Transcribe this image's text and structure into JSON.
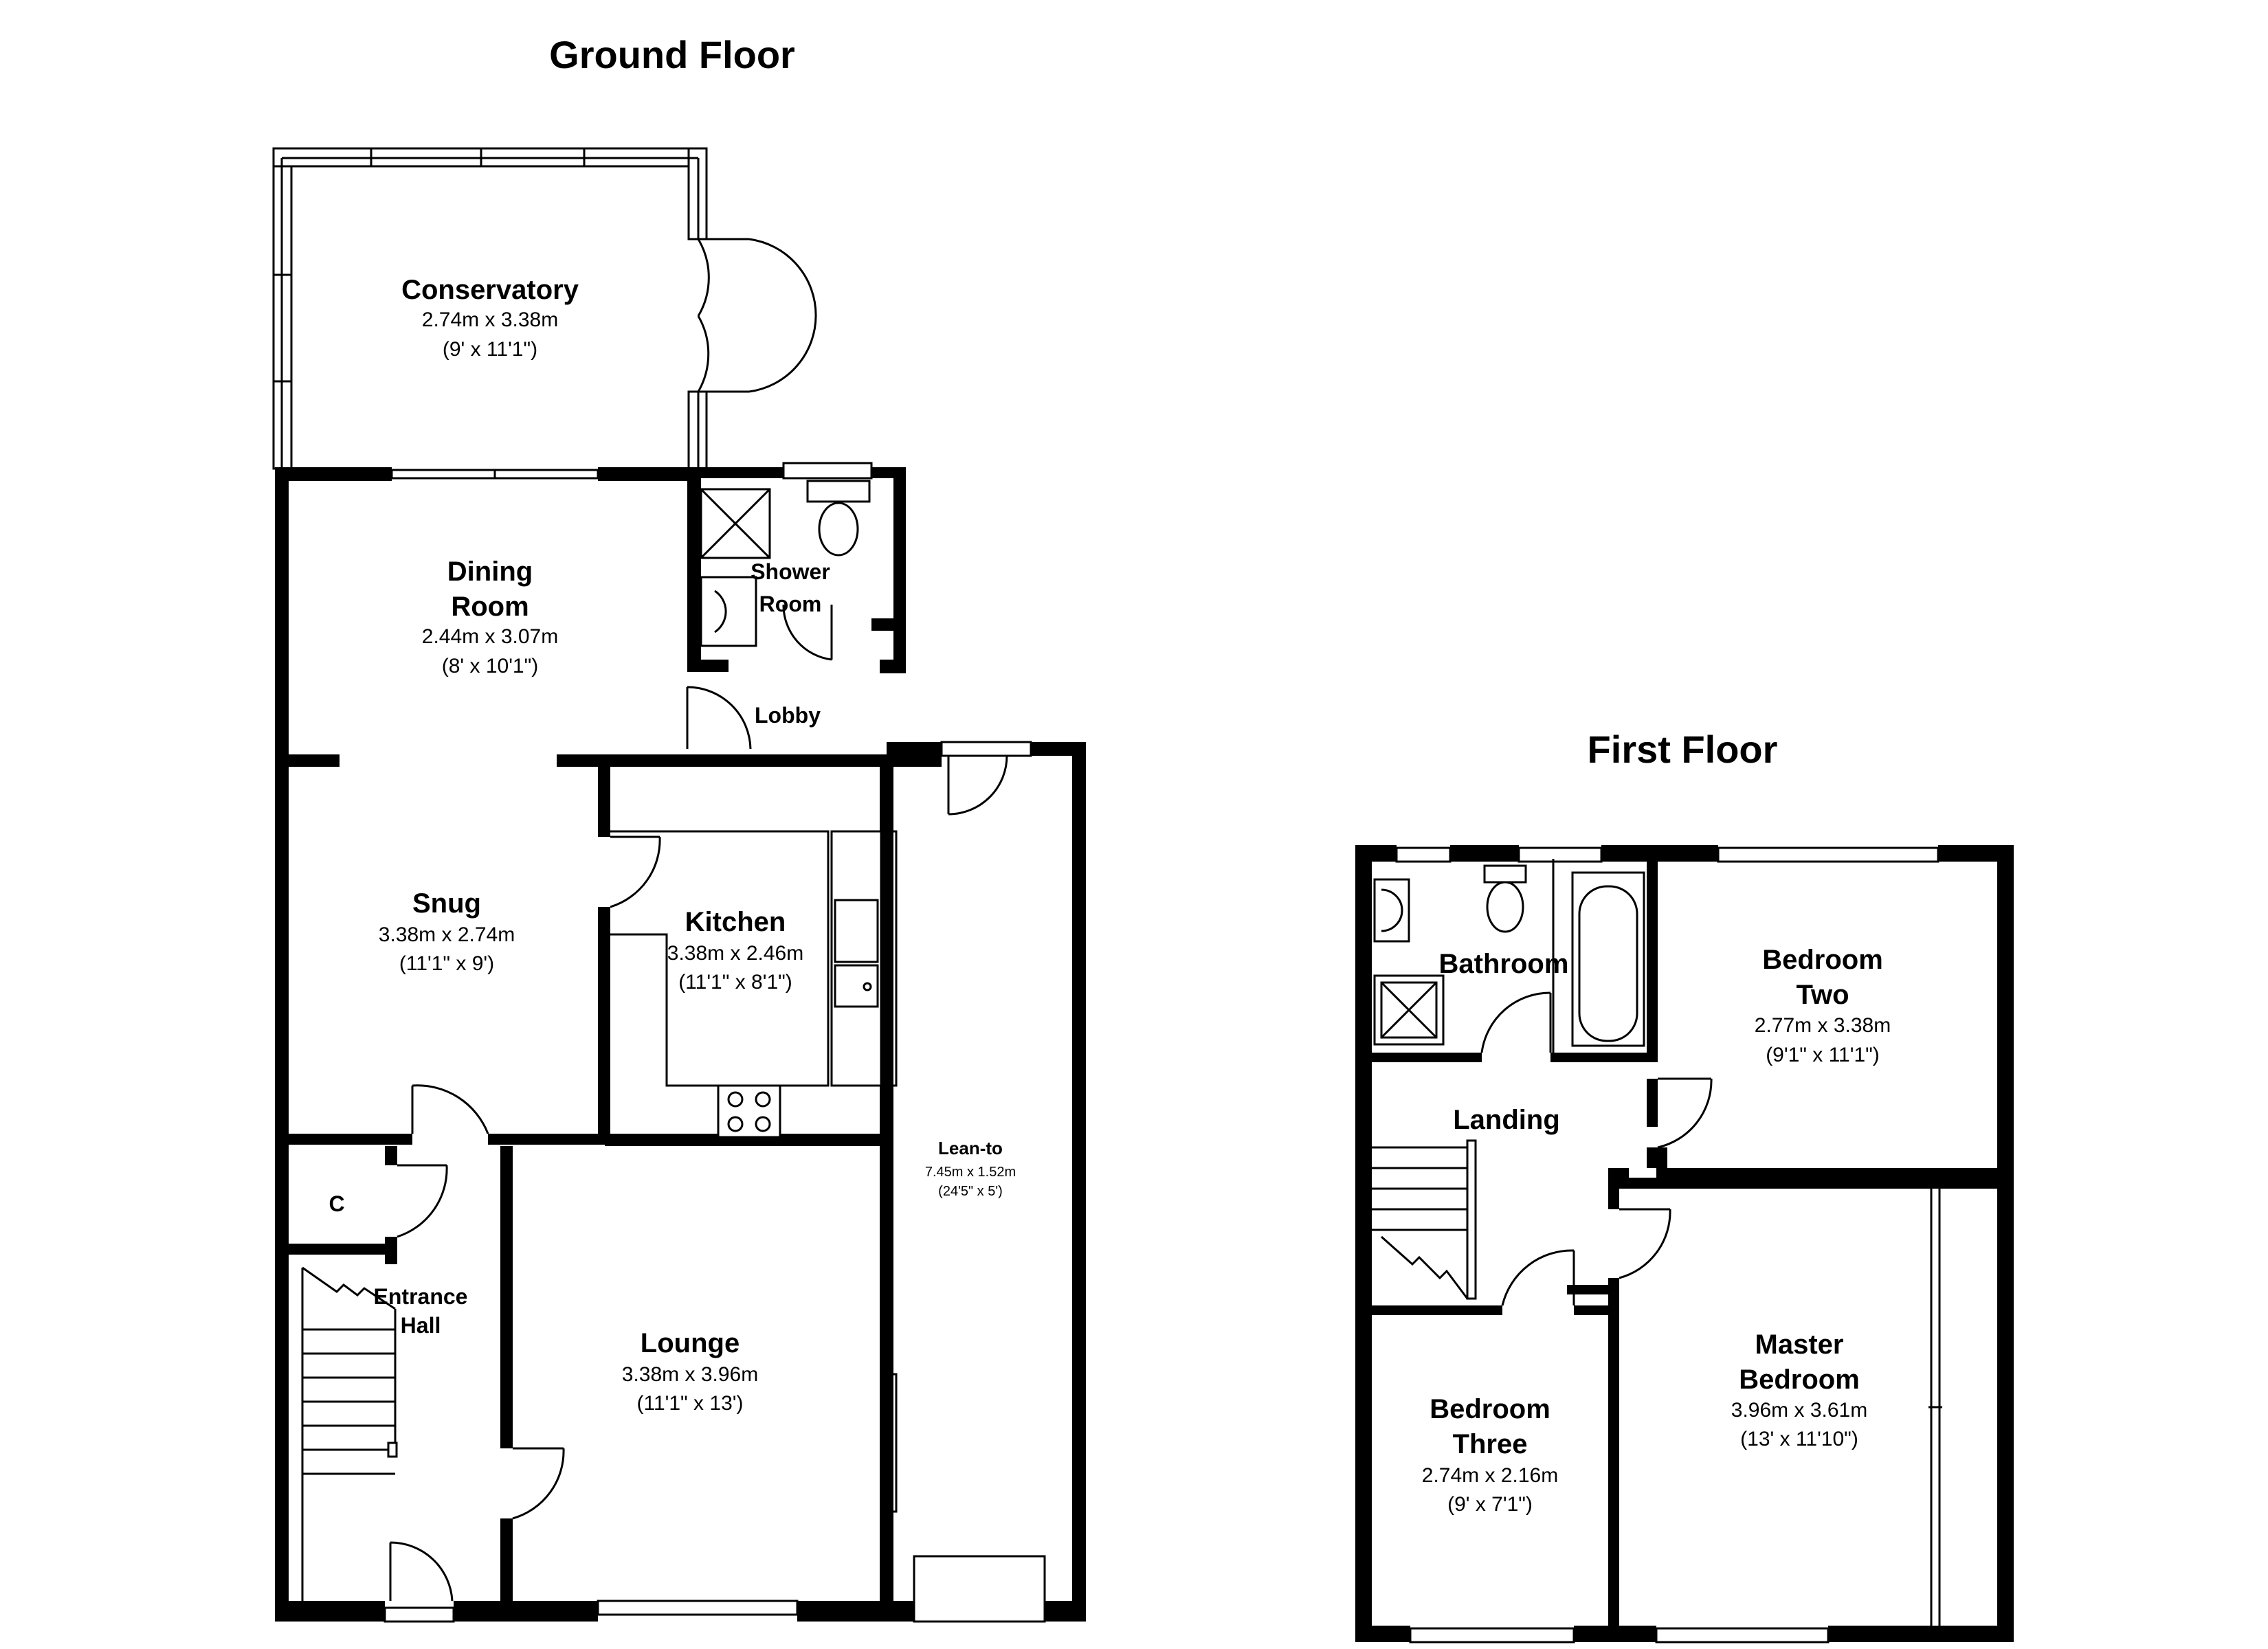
{
  "floors": {
    "ground": {
      "title": "Ground Floor"
    },
    "first": {
      "title": "First Floor"
    }
  },
  "rooms": {
    "conservatory": {
      "name": "Conservatory",
      "metric": "2.74m x 3.38m",
      "imperial": "(9' x 11'1\")"
    },
    "dining": {
      "name_line1": "Dining",
      "name_line2": "Room",
      "metric": "2.44m x 3.07m",
      "imperial": "(8' x 10'1\")"
    },
    "shower": {
      "name_line1": "Shower",
      "name_line2": "Room"
    },
    "lobby": {
      "name": "Lobby"
    },
    "snug": {
      "name": "Snug",
      "metric": "3.38m x 2.74m",
      "imperial": "(11'1\" x 9')"
    },
    "kitchen": {
      "name": "Kitchen",
      "metric": "3.38m x 2.46m",
      "imperial": "(11'1\" x 8'1\")"
    },
    "cupboard": {
      "name": "C"
    },
    "entrance": {
      "name_line1": "Entrance",
      "name_line2": "Hall"
    },
    "lounge": {
      "name": "Lounge",
      "metric": "3.38m x 3.96m",
      "imperial": "(11'1\" x 13')"
    },
    "leanto": {
      "name": "Lean-to",
      "metric": "7.45m x 1.52m",
      "imperial": "(24'5\" x 5')"
    },
    "bathroom": {
      "name": "Bathroom"
    },
    "bedroom_two": {
      "name_line1": "Bedroom",
      "name_line2": "Two",
      "metric": "2.77m x 3.38m",
      "imperial": "(9'1\" x 11'1\")"
    },
    "landing": {
      "name": "Landing"
    },
    "bedroom_three": {
      "name_line1": "Bedroom",
      "name_line2": "Three",
      "metric": "2.74m x 2.16m",
      "imperial": "(9' x 7'1\")"
    },
    "master": {
      "name_line1": "Master",
      "name_line2": "Bedroom",
      "metric": "3.96m x 3.61m",
      "imperial": "(13' x 11'10\")"
    }
  }
}
